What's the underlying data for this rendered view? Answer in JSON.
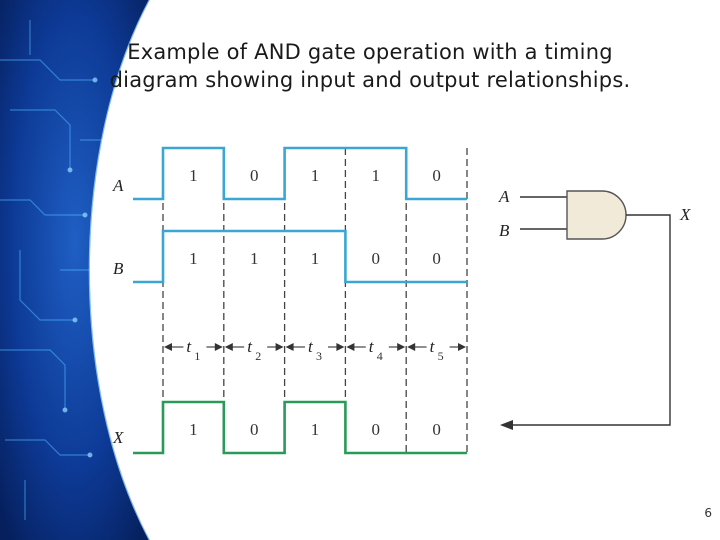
{
  "slide": {
    "title_line1": "Example of AND gate operation with a timing",
    "title_line2": "diagram showing input and output relationships.",
    "page_number": "6"
  },
  "timing": {
    "signal_a": {
      "label": "A",
      "bits": [
        "1",
        "0",
        "1",
        "1",
        "0"
      ],
      "levels": [
        1,
        0,
        1,
        1,
        0
      ]
    },
    "signal_b": {
      "label": "B",
      "bits": [
        "1",
        "1",
        "1",
        "0",
        "0"
      ],
      "levels": [
        1,
        1,
        1,
        0,
        0
      ]
    },
    "signal_x": {
      "label": "X",
      "bits": [
        "1",
        "0",
        "1",
        "0",
        "0"
      ],
      "levels": [
        1,
        0,
        1,
        0,
        0
      ]
    },
    "intervals": [
      {
        "t": "t",
        "sub": "1"
      },
      {
        "t": "t",
        "sub": "2"
      },
      {
        "t": "t",
        "sub": "3"
      },
      {
        "t": "t",
        "sub": "4"
      },
      {
        "t": "t",
        "sub": "5"
      }
    ]
  },
  "gate": {
    "input_a": "A",
    "input_b": "B",
    "output": "X"
  },
  "colors": {
    "input_wave": "#3aa6d4",
    "output_wave": "#2a9a58",
    "background_panel": "#0a2a70"
  }
}
